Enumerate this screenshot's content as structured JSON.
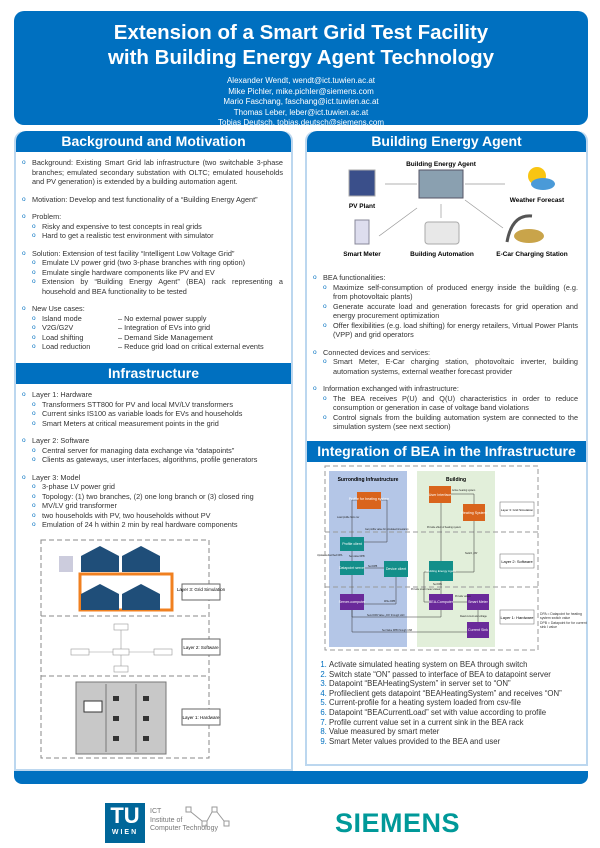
{
  "header": {
    "title_line1": "Extension of a Smart Grid Test Facility",
    "title_line2": "with Building Energy Agent Technology",
    "authors": [
      "Alexander Wendt, wendt@ict.tuwien.ac.at",
      "Mike Pichler, mike.pichler@siemens.com",
      "Mario Faschang, faschang@ict.tuwien.ac.at",
      "Thomas Leber, leber@ict.tuwien.ac.at",
      "Tobias Deutsch, tobias.deutsch@siemens.com"
    ]
  },
  "background": {
    "title": "Background and Motivation",
    "item1": "Background: Existing Smart Grid lab infrastructure (two switchable 3-phase branches; emulated secondary substation with OLTC; emulated households and PV generation) is extended by a building automation agent.",
    "item2": "Motivation: Develop and test functionality of a “Building Energy Agent”",
    "problem": "Problem:",
    "problem_items": [
      "Risky and expensive to test concepts in real grids",
      "Hard to get a realistic test environment with simulator"
    ],
    "solution": "Solution: Extension of test facility “Intelligent Low Voltage Grid”",
    "solution_items": [
      "Emulate LV power grid (two 3-phase branches with ring option)",
      "Emulate single hardware components like PV and EV",
      "Extension by “Building Energy Agent” (BEA) rack representing a household and BEA functionality to be tested"
    ],
    "usecases": "New Use cases:",
    "usecase_items": [
      [
        "Island mode",
        "– No external power supply"
      ],
      [
        "V2G/G2V",
        "– Integration of EVs into grid"
      ],
      [
        "Load shifting",
        "– Demand Side Management"
      ],
      [
        "Load reduction",
        "– Reduce grid load on critical external events"
      ]
    ]
  },
  "infrastructure": {
    "title": "Infrastructure",
    "l1": "Layer 1: Hardware",
    "l1_items": [
      "Transformers STT800 for PV and local MV/LV transformers",
      "Current sinks IS100 as variable loads for EVs and households",
      "Smart Meters at critical measurement points in the grid"
    ],
    "l2": "Layer 2: Software",
    "l2_items": [
      "Central server for managing data exchange via “datapoints”",
      "Clients as gateways, user interfaces, algorithms, profile generators"
    ],
    "l3": "Layer 3: Model",
    "l3_items": [
      "3-phase LV power grid",
      "Topology: (1) two branches, (2) one long branch or (3) closed ring",
      "MV/LV grid transformer",
      "two households with PV, two households without PV",
      "Emulation of 24 h within 2 min by real hardware components"
    ],
    "layers": [
      "Layer 3: Grid Simulation",
      "Layer 2: Software",
      "Layer 1: Hardware"
    ]
  },
  "bea": {
    "title": "Building Energy Agent",
    "figure": {
      "center": "Building Energy Agent",
      "pv": "PV Plant",
      "weather": "Weather Forecast",
      "meter": "Smart Meter",
      "automation": "Building Automation",
      "ecar": "E-Car Charging Station"
    },
    "func": "BEA functionalities:",
    "func_items": [
      "Maximize self-consumption of produced energy inside the building (e.g. from photovoltaic plants)",
      "Generate accurate load and generation forecasts for grid operation and energy procurement optimization",
      "Offer flexibilities (e.g. load shifting) for energy retailers, Virtual Power Plants (VPP) and grid operators"
    ],
    "dev": "Connected devices and services:",
    "dev_items": [
      "Smart Meter, E-Car charging station, photovoltaic inverter, building automation systems, external weather forecast provider"
    ],
    "info": "Information exchanged with infrastructure:",
    "info_items": [
      "The BEA receives P(U) and Q(U) characteristics in order to reduce consumption or generation in case of voltage band violations",
      "Control signals from the building automation system are connected to the simulation system (see next section)"
    ]
  },
  "integration": {
    "title": "Integration of BEA in the Infrastructure",
    "diagram": {
      "surrounding": "Surronding Infrastructure",
      "building": "Building",
      "profile_heating": "Profile for heating system",
      "user_interface": "User Interface",
      "heating_system": "Heating System",
      "profile_client": "Profile client",
      "datapoint_server": "Datapoint server",
      "device_client": "Device client",
      "bea": "Building Energy Agent",
      "server_computer": "Server-computer",
      "bea_computer": "BEA-Computer",
      "smart_meter": "Smart Meter",
      "current_sink": "Current Sink",
      "layer3": "Layer 3: Grid Simulation",
      "layer2": "Layer 2: Software",
      "layer1": "Layer 1: Hardware",
      "e_load": "Load profile from csv",
      "e_get": "Get profile value for simulated timestamp",
      "e_active": "Active heating system",
      "e_effect": "Provide effect of heating system",
      "e_switch": "Switch „ON“",
      "e_update": "Update subscribed DPA",
      "e_setb": "Set value DPB",
      "e_setdpb": "Set DPB",
      "e_write": "Write DPB",
      "e_seta": "Set DPA",
      "e_provide": "Provide smart meter values",
      "e_values": "Provide values",
      "e_read": "Read current and voltage",
      "e_send": "Send DPA Value „ON“ through LAN",
      "e_usb": "Set Value DPB through USB",
      "legend1": "DPA = Datapoint for heating system switch value",
      "legend2": "DPB = Datapoint for for current sink I value"
    },
    "steps": [
      "Activate simulated heating system on BEA through switch",
      "Switch state “ON”  passed to interface of BEA to datapoint server",
      "Datapoint “BEAHeatingSystem” in server set to “ON”",
      "Profileclient gets datapoint “BEAHeatingSystem” and receives “ON”",
      "Current-profile for a heating system loaded from csv-file",
      "Datapoint “BEACurrentLoad” set with value according to profile",
      "Profile current value set in a current sink in the BEA rack",
      "Value measured by smart meter",
      "Smart Meter values provided to the BEA and user"
    ]
  },
  "footer": {
    "tu_logo": "TU WIEN",
    "ict": "ICT",
    "ict_name1": "Institute of",
    "ict_name2": "Computer Technology",
    "siemens": "SIEMENS"
  },
  "colors": {
    "primary": "#0070c0",
    "orange": "#d9641c",
    "teal": "#138f8a",
    "purple": "#6a2a9a",
    "siemens": "#009999"
  }
}
